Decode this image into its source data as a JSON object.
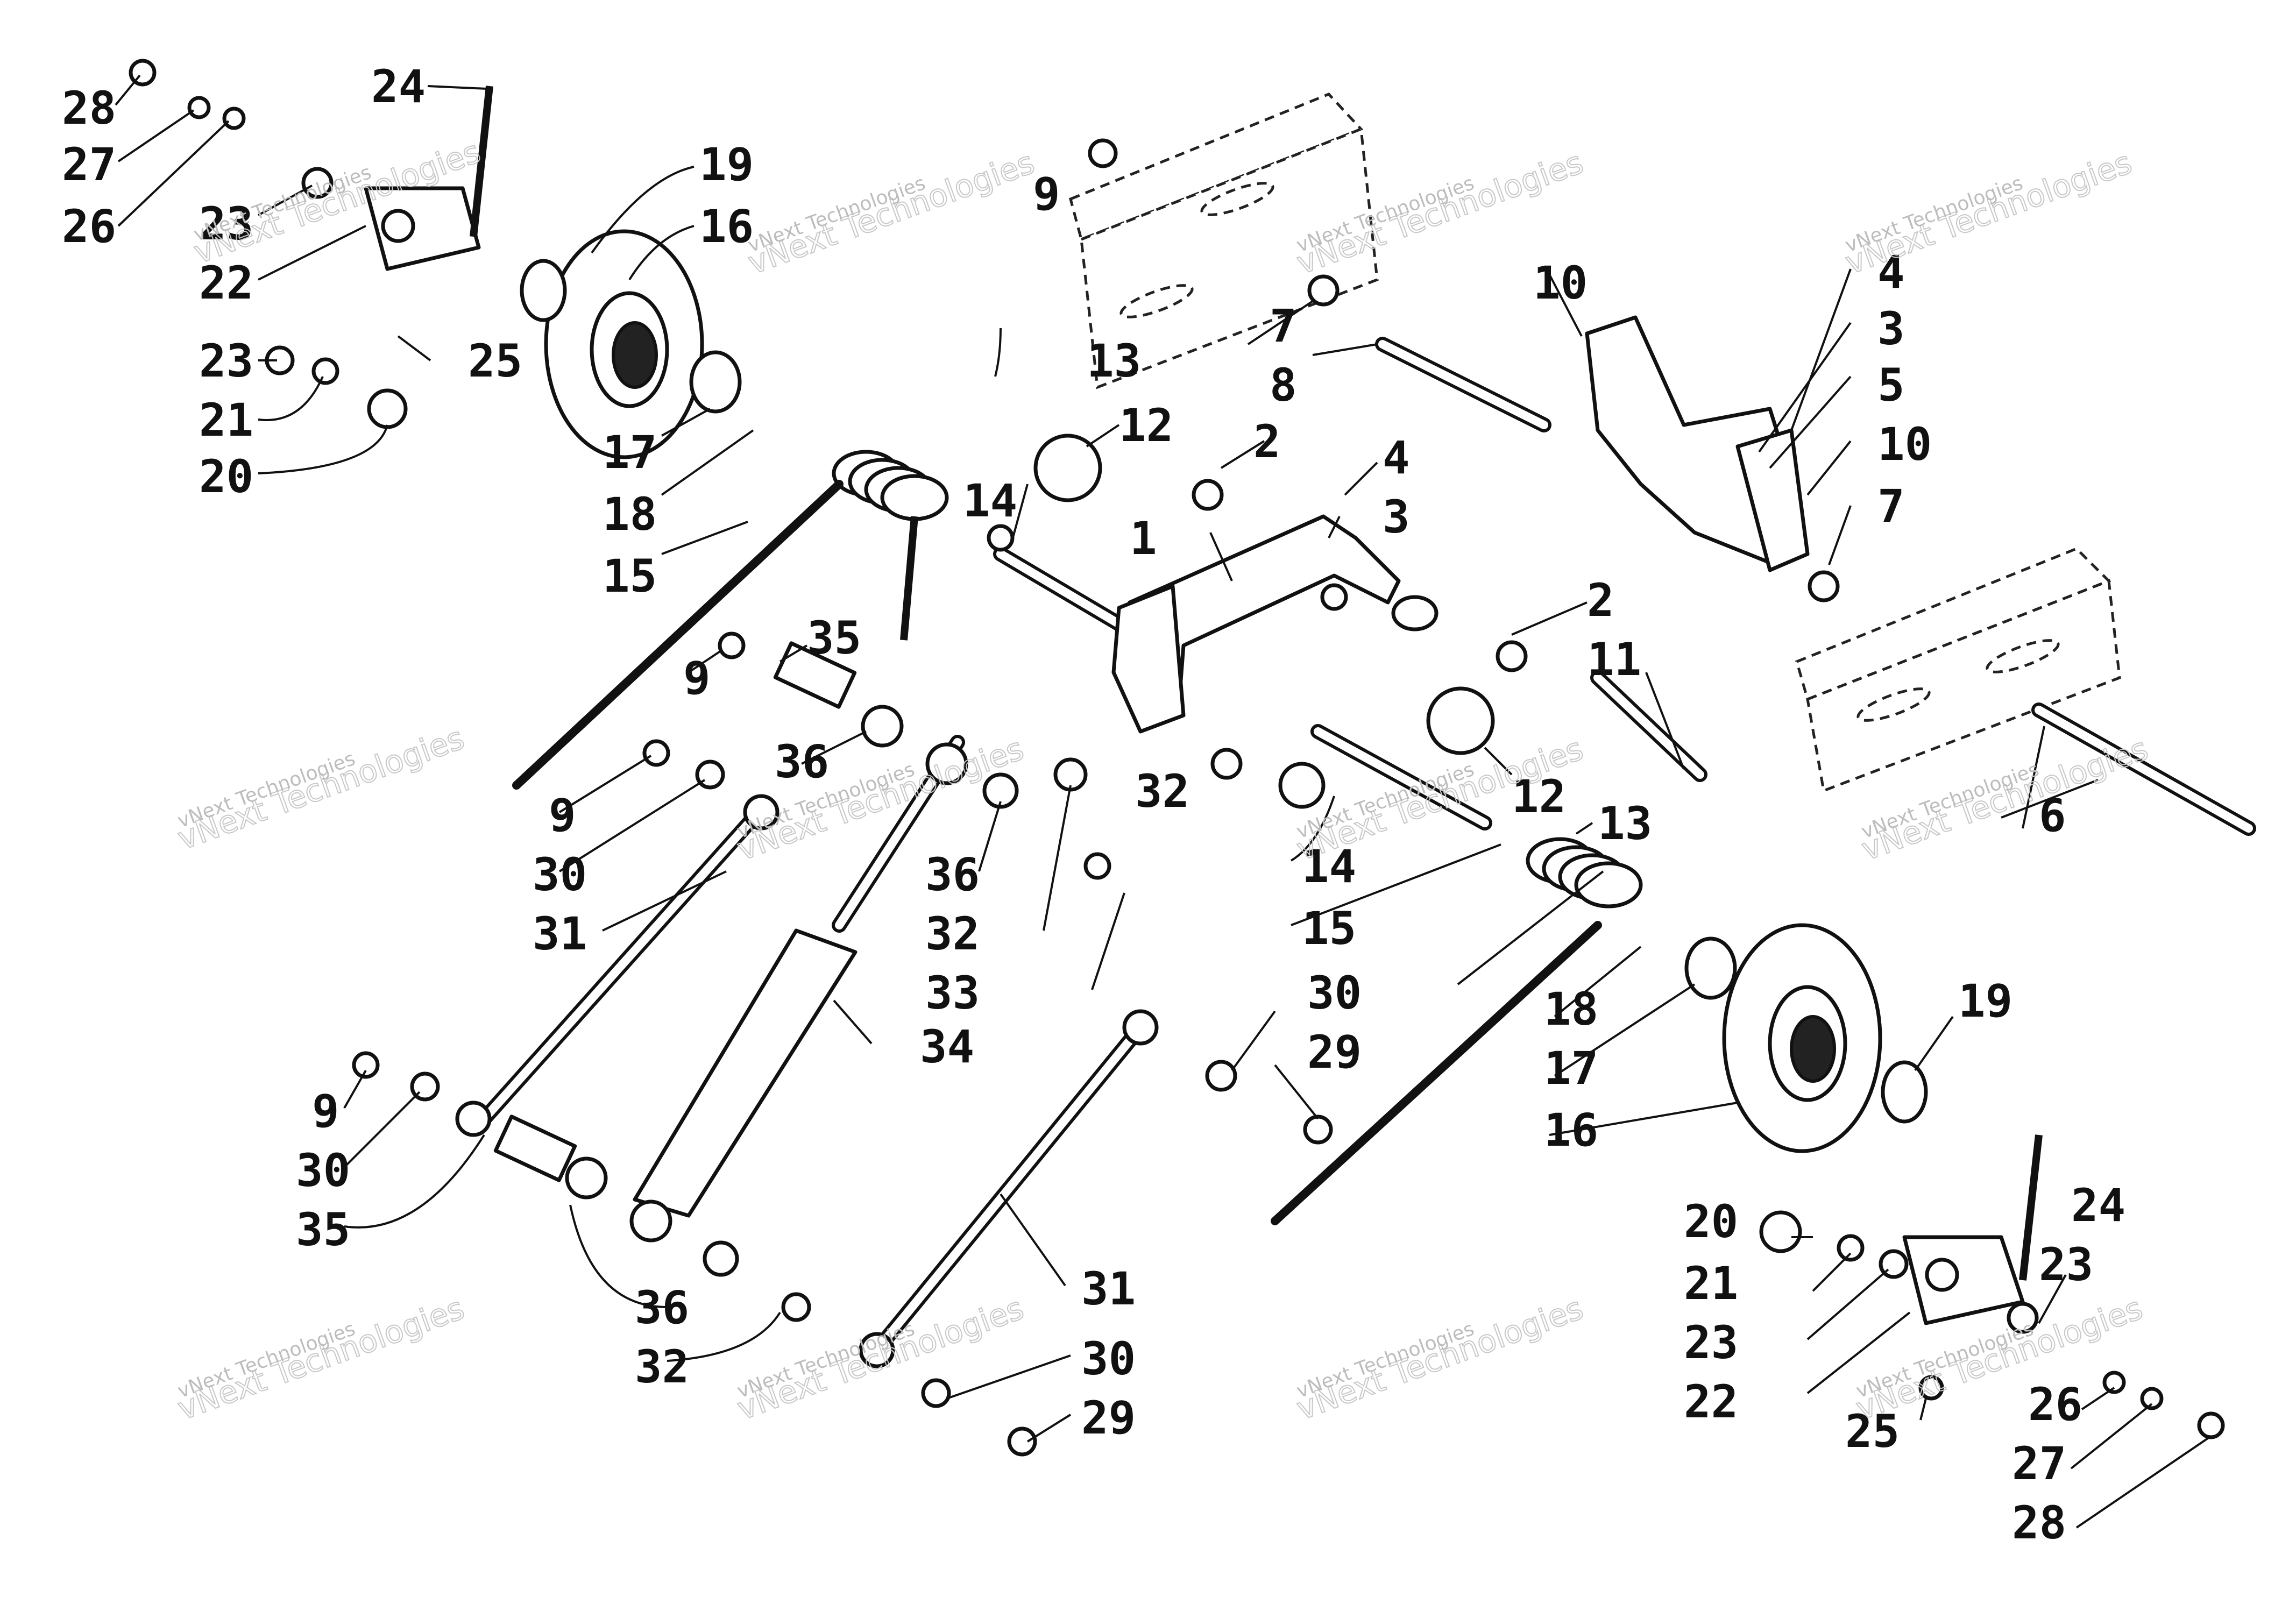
{
  "watermark": {
    "line": "vNext Technologies",
    "big": "vNext Technologies"
  },
  "callouts": [
    "28",
    "27",
    "26",
    "23",
    "22",
    "24",
    "19",
    "16",
    "25",
    "23",
    "21",
    "20",
    "17",
    "18",
    "15",
    "14",
    "1",
    "12",
    "13",
    "2",
    "4",
    "3",
    "9",
    "35",
    "9",
    "36",
    "30",
    "31",
    "32",
    "36",
    "32",
    "33",
    "34",
    "9",
    "30",
    "35",
    "36",
    "32",
    "31",
    "30",
    "29",
    "9",
    "7",
    "8",
    "10",
    "4",
    "3",
    "5",
    "10",
    "7",
    "2",
    "11",
    "12",
    "13",
    "14",
    "15",
    "18",
    "17",
    "16",
    "19",
    "30",
    "29",
    "6",
    "20",
    "21",
    "23",
    "22",
    "24",
    "23",
    "26",
    "25",
    "27",
    "28"
  ]
}
